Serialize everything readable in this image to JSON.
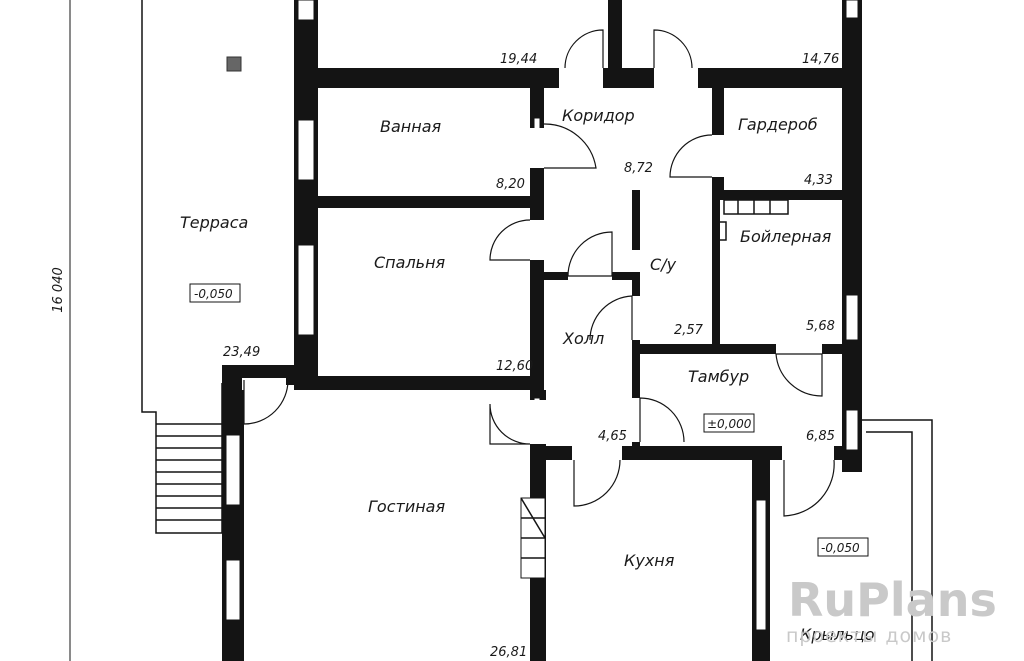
{
  "rooms": {
    "terrace": {
      "label": "Терраса",
      "area": "23,49",
      "level": "-0,050"
    },
    "bathroom": {
      "label": "Ванная",
      "area": "8,20"
    },
    "corridor": {
      "label": "Коридор",
      "area": "8,72"
    },
    "wardrobe": {
      "label": "Гардероб",
      "area": "4,33"
    },
    "bedroom": {
      "label": "Спальня",
      "area": "12,60"
    },
    "boiler": {
      "label": "Бойлерная",
      "area": "5,68"
    },
    "wc": {
      "label": "С/у",
      "area": "2,57"
    },
    "hall": {
      "label": "Холл",
      "area": "4,65"
    },
    "vestibule": {
      "label": "Тамбур",
      "area": "6,85",
      "level": "±0,000"
    },
    "living": {
      "label": "Гостиная",
      "area": "26,81"
    },
    "kitchen": {
      "label": "Кухня"
    },
    "porch": {
      "label": "Крыльцо",
      "level": "-0,050"
    },
    "top_left": {
      "area": "19,44"
    },
    "top_right": {
      "area": "14,76"
    }
  },
  "dimension": {
    "value": "16 040"
  },
  "watermark": {
    "brand": "RuPlans",
    "tagline": "проекты домов"
  },
  "colors": {
    "wall": "#141414",
    "background": "#ffffff",
    "watermark": "#c9c9c9"
  }
}
